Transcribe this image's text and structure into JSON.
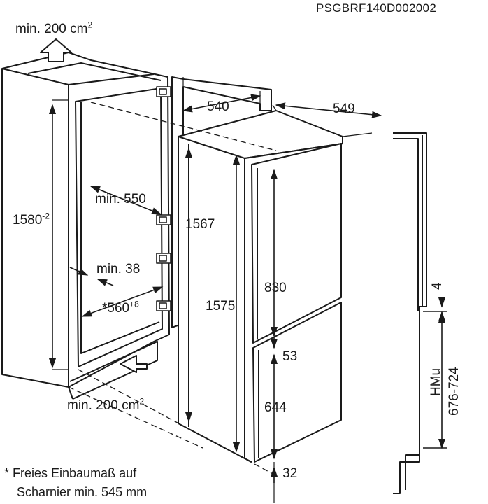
{
  "diagram_code": "PSGBRF140D002002",
  "vent_top": {
    "text": "min. 200 cm",
    "sup": "2"
  },
  "vent_bottom": {
    "text": "min. 200 cm",
    "sup": "2"
  },
  "niche": {
    "height": {
      "text": "1580",
      "sup": "-2"
    },
    "depth_min": "min. 550",
    "rear_gap_min": "min. 38",
    "width": {
      "text": "*560",
      "sup": "+8"
    }
  },
  "appliance": {
    "depth_body": "540",
    "depth_total": "549",
    "height_hinge": "1567",
    "height_total": "1575",
    "door_upper": "830",
    "door_gap": "53",
    "door_lower": "644",
    "plinth_gap": "32"
  },
  "side_view": {
    "gap": "4",
    "door_range_label": "HMu",
    "door_range_value": "676-724"
  },
  "footnote": {
    "line1": "* Freies Einbaumaß auf",
    "line2": "Scharnier min. 545 mm"
  }
}
